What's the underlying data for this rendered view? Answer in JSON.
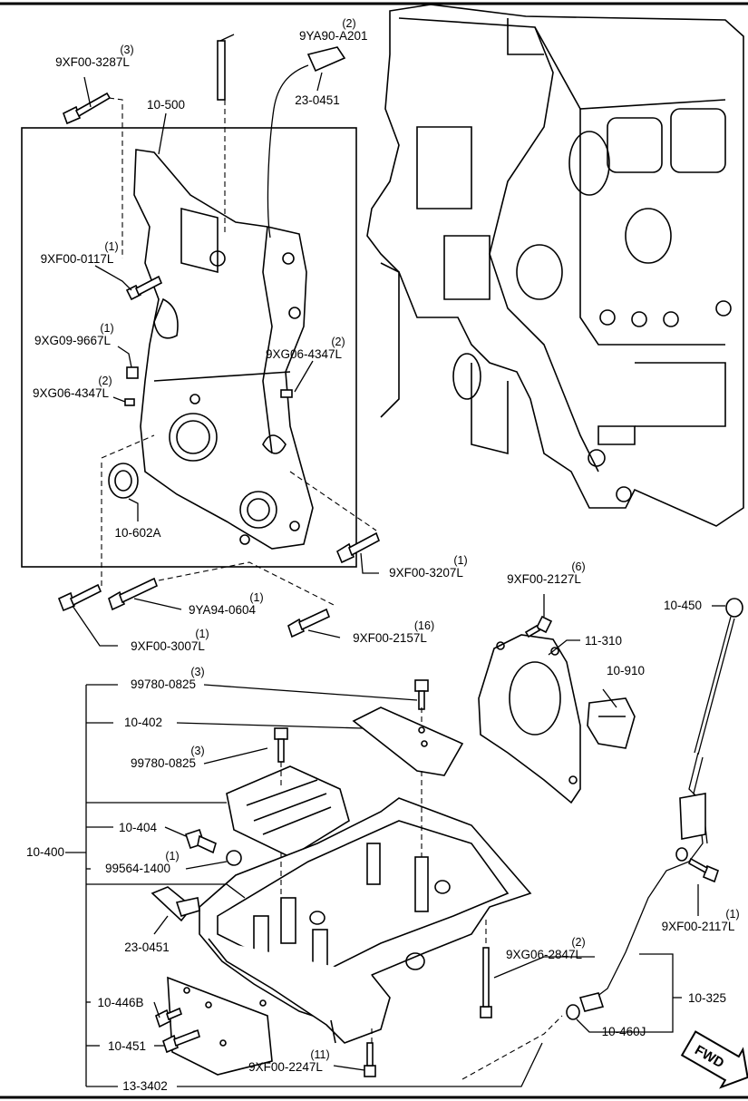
{
  "callouts": [
    {
      "id": "c1",
      "code": "9YA90-A201",
      "qty": "(2)"
    },
    {
      "id": "c2",
      "code": "9XF00-3287L",
      "qty": "(3)"
    },
    {
      "id": "c3",
      "code": "23-0451",
      "qty": ""
    },
    {
      "id": "c4",
      "code": "10-500",
      "qty": ""
    },
    {
      "id": "c5",
      "code": "9XF00-0117L",
      "qty": "(1)"
    },
    {
      "id": "c6",
      "code": "9XG09-9667L",
      "qty": "(1)"
    },
    {
      "id": "c7",
      "code": "9XG06-4347L",
      "qty": "(2)"
    },
    {
      "id": "c8",
      "code": "9XG06-4347L",
      "qty": "(2)"
    },
    {
      "id": "c9",
      "code": "10-602A",
      "qty": ""
    },
    {
      "id": "c10",
      "code": "9XF00-3207L",
      "qty": "(1)"
    },
    {
      "id": "c11",
      "code": "9YA94-0604",
      "qty": "(1)"
    },
    {
      "id": "c12",
      "code": "9XF00-3007L",
      "qty": "(1)"
    },
    {
      "id": "c13",
      "code": "9XF00-2127L",
      "qty": "(6)"
    },
    {
      "id": "c14",
      "code": "10-450",
      "qty": ""
    },
    {
      "id": "c15",
      "code": "9XF00-2157L",
      "qty": "(16)"
    },
    {
      "id": "c16",
      "code": "11-310",
      "qty": ""
    },
    {
      "id": "c17",
      "code": "10-910",
      "qty": ""
    },
    {
      "id": "c18",
      "code": "99780-0825",
      "qty": "(3)"
    },
    {
      "id": "c19",
      "code": "10-402",
      "qty": ""
    },
    {
      "id": "c20",
      "code": "99780-0825",
      "qty": "(3)"
    },
    {
      "id": "c21",
      "code": "10-404",
      "qty": ""
    },
    {
      "id": "c22",
      "code": "10-400",
      "qty": ""
    },
    {
      "id": "c23",
      "code": "99564-1400",
      "qty": "(1)"
    },
    {
      "id": "c24",
      "code": "9XF00-2117L",
      "qty": "(1)"
    },
    {
      "id": "c25",
      "code": "23-0451",
      "qty": ""
    },
    {
      "id": "c26",
      "code": "9XG06-2847L",
      "qty": "(2)"
    },
    {
      "id": "c27",
      "code": "10-446B",
      "qty": ""
    },
    {
      "id": "c28",
      "code": "10-325",
      "qty": ""
    },
    {
      "id": "c29",
      "code": "10-451",
      "qty": ""
    },
    {
      "id": "c30",
      "code": "10-460J",
      "qty": ""
    },
    {
      "id": "c31",
      "code": "9XF00-2247L",
      "qty": "(11)"
    },
    {
      "id": "c32",
      "code": "13-3402",
      "qty": ""
    }
  ],
  "fwd_badge": "FWD"
}
